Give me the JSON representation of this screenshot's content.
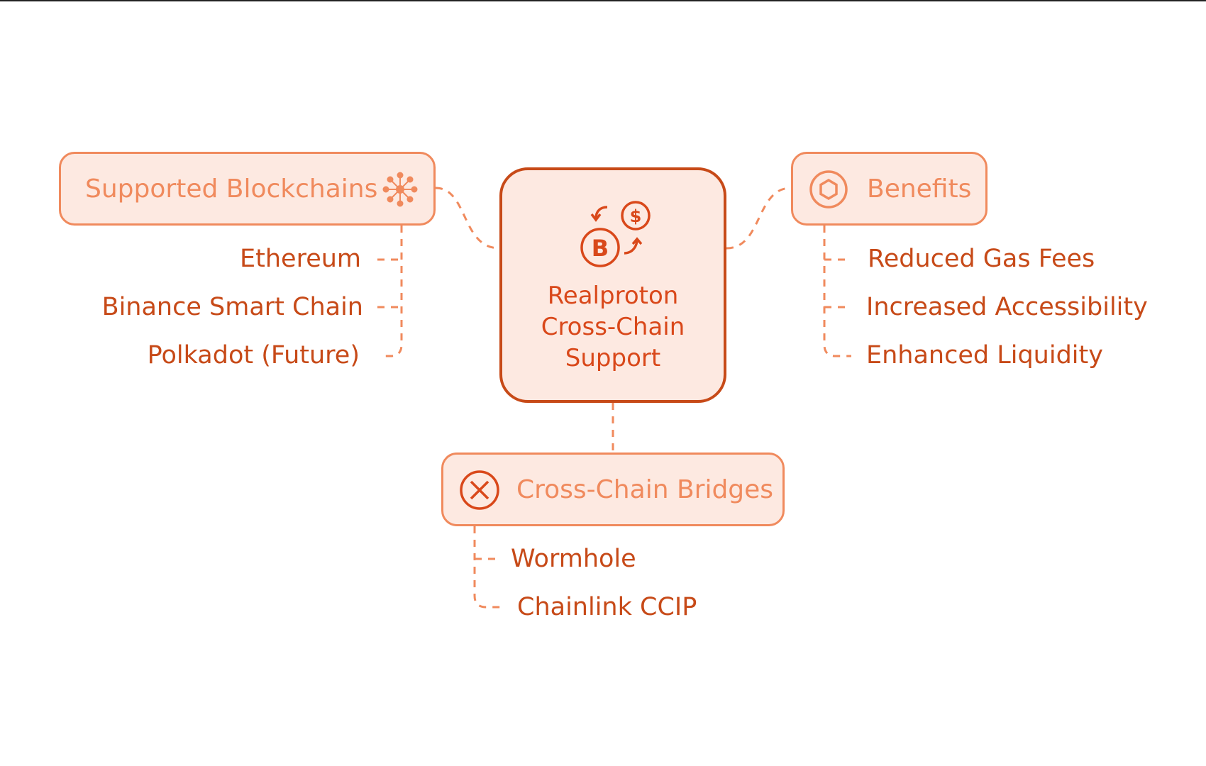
{
  "center": {
    "title_lines": [
      "Realproton",
      "Cross-Chain",
      "Support"
    ],
    "icon": "crypto-exchange-icon"
  },
  "supported": {
    "label": "Supported Blockchains",
    "icon": "network-nodes-icon",
    "items": [
      "Ethereum",
      "Binance Smart Chain",
      "Polkadot (Future)"
    ]
  },
  "benefits": {
    "label": "Benefits",
    "icon": "hexagon-icon",
    "items": [
      "Reduced Gas Fees",
      "Increased Accessibility",
      "Enhanced Liquidity"
    ]
  },
  "bridges": {
    "label": "Cross-Chain Bridges",
    "icon": "circle-x-icon",
    "items": [
      "Wormhole",
      "Chainlink CCIP"
    ]
  },
  "colors": {
    "accent": "#f08a5d",
    "dark_accent": "#c74a18",
    "fill": "#fde9e1"
  }
}
